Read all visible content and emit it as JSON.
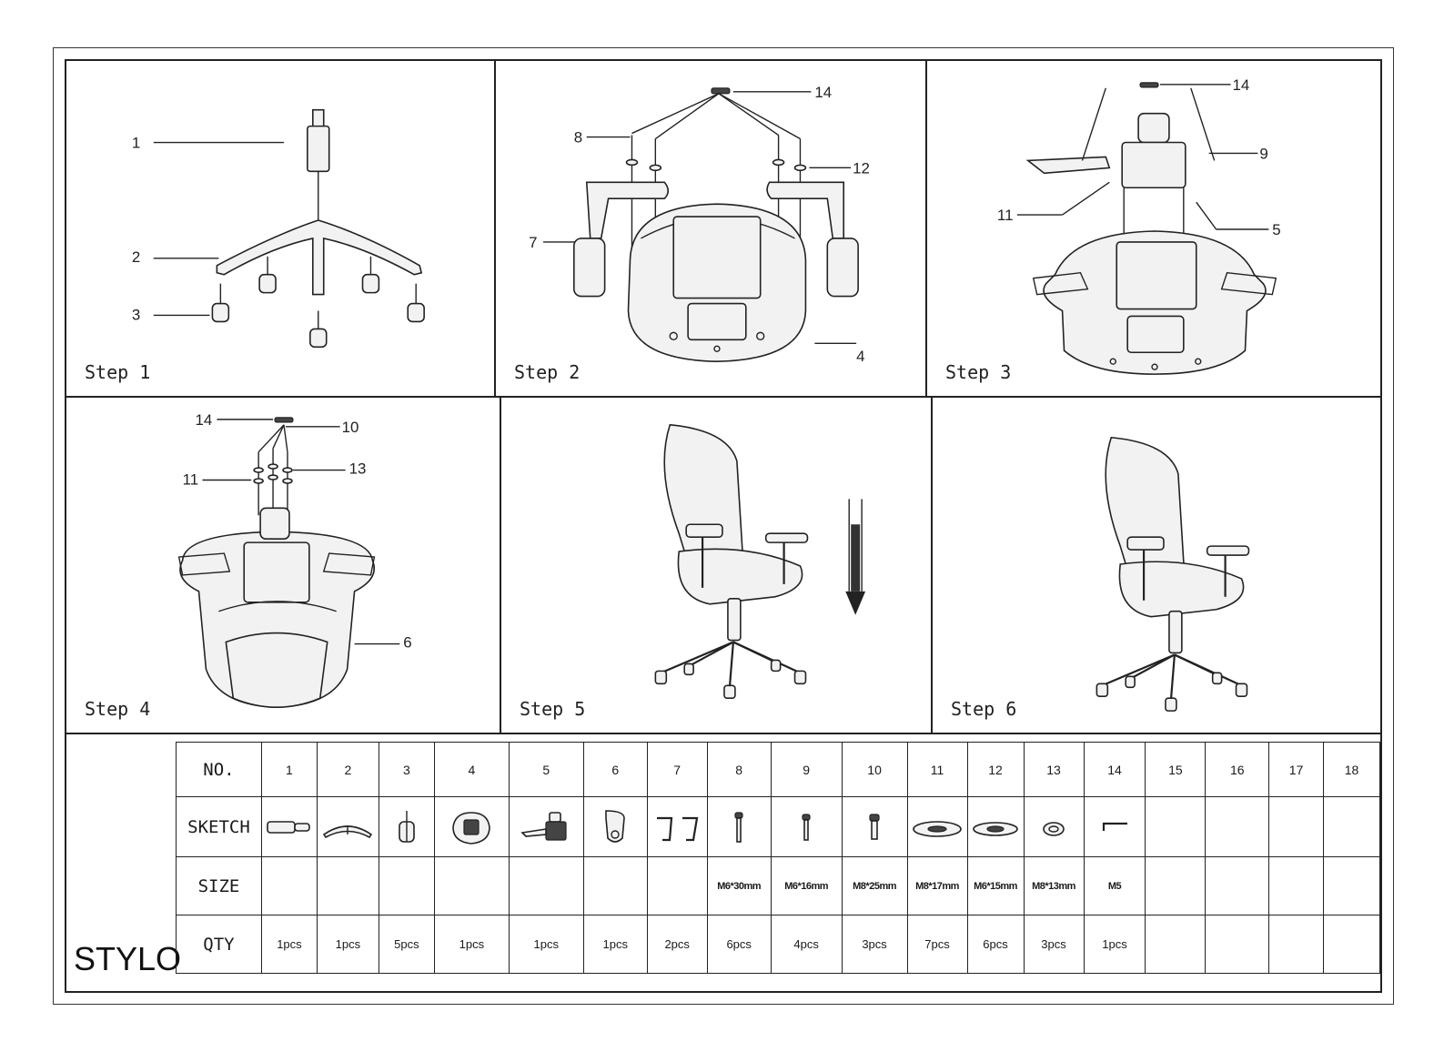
{
  "brand": "STYLO",
  "steps": [
    {
      "label": "Step 1",
      "callouts": [
        "1",
        "2",
        "3"
      ]
    },
    {
      "label": "Step 2",
      "callouts": [
        "14",
        "8",
        "12",
        "7",
        "4"
      ]
    },
    {
      "label": "Step 3",
      "callouts": [
        "14",
        "9",
        "11",
        "5"
      ]
    },
    {
      "label": "Step 4",
      "callouts": [
        "14",
        "10",
        "11",
        "13",
        "6"
      ]
    },
    {
      "label": "Step 5",
      "callouts": []
    },
    {
      "label": "Step 6",
      "callouts": []
    }
  ],
  "table": {
    "row_labels": {
      "no": "NO.",
      "sketch": "SKETCH",
      "size": "SIZE",
      "qty": "QTY"
    },
    "columns": [
      {
        "no": "1",
        "sketch": "gas-lift-icon",
        "size": "",
        "qty": "1pcs"
      },
      {
        "no": "2",
        "sketch": "base-icon",
        "size": "",
        "qty": "1pcs"
      },
      {
        "no": "3",
        "sketch": "caster-icon",
        "size": "",
        "qty": "5pcs"
      },
      {
        "no": "4",
        "sketch": "seat-icon",
        "size": "",
        "qty": "1pcs"
      },
      {
        "no": "5",
        "sketch": "mechanism-icon",
        "size": "",
        "qty": "1pcs"
      },
      {
        "no": "6",
        "sketch": "backrest-icon",
        "size": "",
        "qty": "1pcs"
      },
      {
        "no": "7",
        "sketch": "armrest-icon",
        "size": "",
        "qty": "2pcs"
      },
      {
        "no": "8",
        "sketch": "bolt-icon",
        "size": "M6*30mm",
        "qty": "6pcs"
      },
      {
        "no": "9",
        "sketch": "bolt-icon",
        "size": "M6*16mm",
        "qty": "4pcs"
      },
      {
        "no": "10",
        "sketch": "bolt-icon",
        "size": "M8*25mm",
        "qty": "3pcs"
      },
      {
        "no": "11",
        "sketch": "washer-icon",
        "size": "M8*17mm",
        "qty": "7pcs"
      },
      {
        "no": "12",
        "sketch": "washer-icon",
        "size": "M6*15mm",
        "qty": "6pcs"
      },
      {
        "no": "13",
        "sketch": "spring-washer-icon",
        "size": "M8*13mm",
        "qty": "3pcs"
      },
      {
        "no": "14",
        "sketch": "hex-key-icon",
        "size": "M5",
        "qty": "1pcs"
      },
      {
        "no": "15",
        "sketch": "",
        "size": "",
        "qty": ""
      },
      {
        "no": "16",
        "sketch": "",
        "size": "",
        "qty": ""
      },
      {
        "no": "17",
        "sketch": "",
        "size": "",
        "qty": ""
      },
      {
        "no": "18",
        "sketch": "",
        "size": "",
        "qty": ""
      }
    ]
  }
}
